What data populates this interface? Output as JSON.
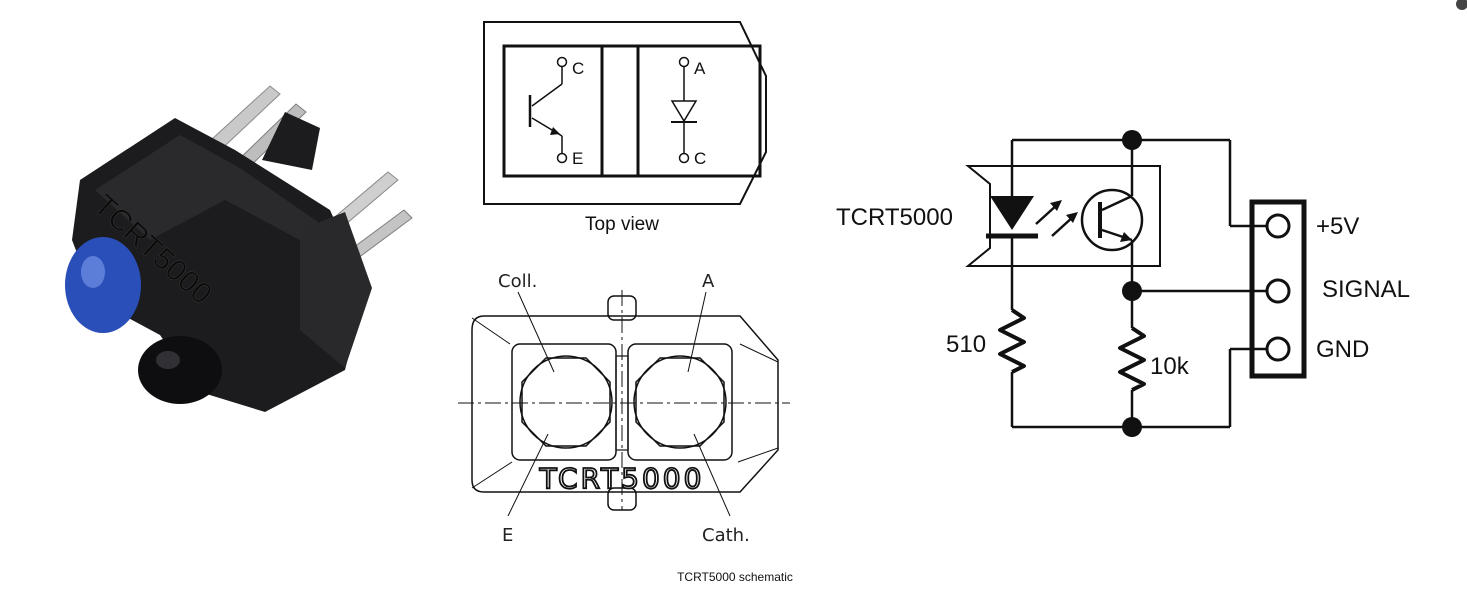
{
  "photo": {
    "marking": "TCRT5000"
  },
  "top_view": {
    "caption": "Top view",
    "transistor_pins": [
      "C",
      "E"
    ],
    "diode_pins": [
      "A",
      "C"
    ]
  },
  "package": {
    "labels": {
      "collector": "Coll.",
      "anode": "A",
      "emitter": "E",
      "cathode": "Cath."
    },
    "marking": "TCRT5000"
  },
  "circuit": {
    "part_label": "TCRT5000",
    "resistor_led": "510",
    "resistor_pulldown": "10k",
    "connector_pins": [
      "+5V",
      "SIGNAL",
      "GND"
    ]
  },
  "footer_caption": "TCRT5000 schematic",
  "colors": {
    "ink": "#111111",
    "lens_blue": "#2b4fb8",
    "body_black": "#1c1c1e"
  }
}
